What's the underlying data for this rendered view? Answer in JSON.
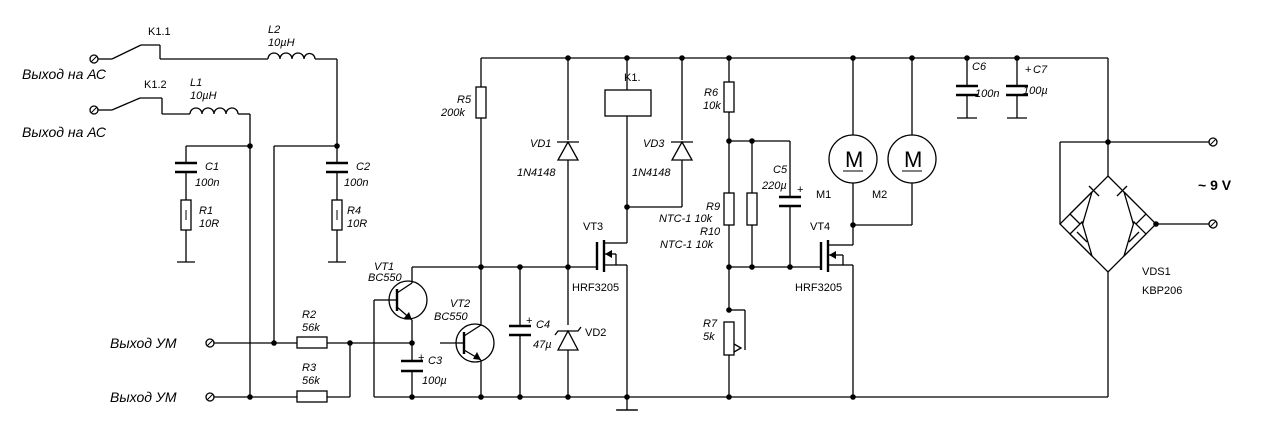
{
  "terminals": {
    "out_ac_1": "Выход на АС",
    "out_ac_2": "Выход на АС",
    "out_um_1": "Выход УМ",
    "out_um_2": "Выход УМ",
    "supply": "~ 9 V"
  },
  "relay_contacts": {
    "k11": "K1.1",
    "k12": "K1.2",
    "coil": "K1."
  },
  "inductors": {
    "l2": {
      "ref": "L2",
      "value": "10µH"
    },
    "l1": {
      "ref": "L1",
      "value": "10µH"
    }
  },
  "capacitors": {
    "c1": {
      "ref": "C1",
      "value": "100n"
    },
    "c2": {
      "ref": "C2",
      "value": "100n"
    },
    "c3": {
      "ref": "C3",
      "value": "100µ"
    },
    "c4": {
      "ref": "C4",
      "value": "47µ"
    },
    "c5": {
      "ref": "C5",
      "value": "220µ"
    },
    "c6": {
      "ref": "C6",
      "value": "100n"
    },
    "c7": {
      "ref": "C7",
      "value": "100µ"
    }
  },
  "resistors": {
    "r1": {
      "ref": "R1",
      "value": "10R"
    },
    "r4": {
      "ref": "R4",
      "value": "10R"
    },
    "r2": {
      "ref": "R2",
      "value": "56k"
    },
    "r3": {
      "ref": "R3",
      "value": "56k"
    },
    "r5": {
      "ref": "R5",
      "value": "200k"
    },
    "r6": {
      "ref": "R6",
      "value": "10k"
    },
    "r7": {
      "ref": "R7",
      "value": "5k"
    },
    "r9": {
      "ref": "R9",
      "value": "NTC-1 10k"
    },
    "r10": {
      "ref": "R10",
      "value": "NTC-1 10k"
    }
  },
  "transistors": {
    "vt1": {
      "ref": "VT1",
      "value": "BC550"
    },
    "vt2": {
      "ref": "VT2",
      "value": "BC550"
    },
    "vt3": {
      "ref": "VT3",
      "value": "HRF3205"
    },
    "vt4": {
      "ref": "VT4",
      "value": "HRF3205"
    }
  },
  "diodes": {
    "vd1": {
      "ref": "VD1",
      "value": "1N4148"
    },
    "vd3": {
      "ref": "VD3",
      "value": "1N4148"
    },
    "vd2": {
      "ref": "VD2"
    }
  },
  "motors": {
    "m1": "M1",
    "m2": "M2",
    "symbol": "M"
  },
  "bridge": {
    "ref": "VDS1",
    "value": "KBP206"
  }
}
